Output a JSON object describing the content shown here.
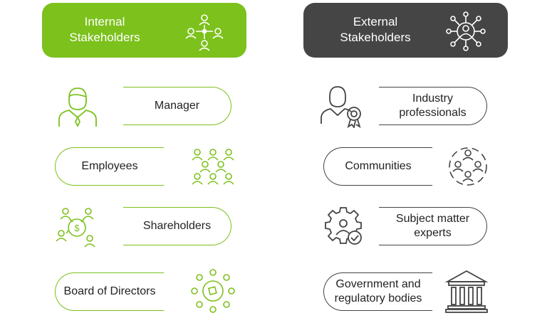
{
  "internal": {
    "title": "Internal\nStakeholders",
    "color": "#7cc11c",
    "items": [
      {
        "label": "Manager"
      },
      {
        "label": "Employees"
      },
      {
        "label": "Shareholders"
      },
      {
        "label": "Board of Directors"
      }
    ]
  },
  "external": {
    "title": "External\nStakeholders",
    "color": "#454545",
    "items": [
      {
        "label": "Industry\nprofessionals"
      },
      {
        "label": "Communities"
      },
      {
        "label": "Subject matter\nexperts"
      },
      {
        "label": "Government and\nregulatory bodies"
      }
    ]
  },
  "icons": [
    "network-team-icon",
    "network-person-icon",
    "manager-icon",
    "employees-group-icon",
    "shareholders-icon",
    "board-table-icon",
    "professional-award-icon",
    "community-circle-icon",
    "expert-gear-icon",
    "government-building-icon"
  ]
}
